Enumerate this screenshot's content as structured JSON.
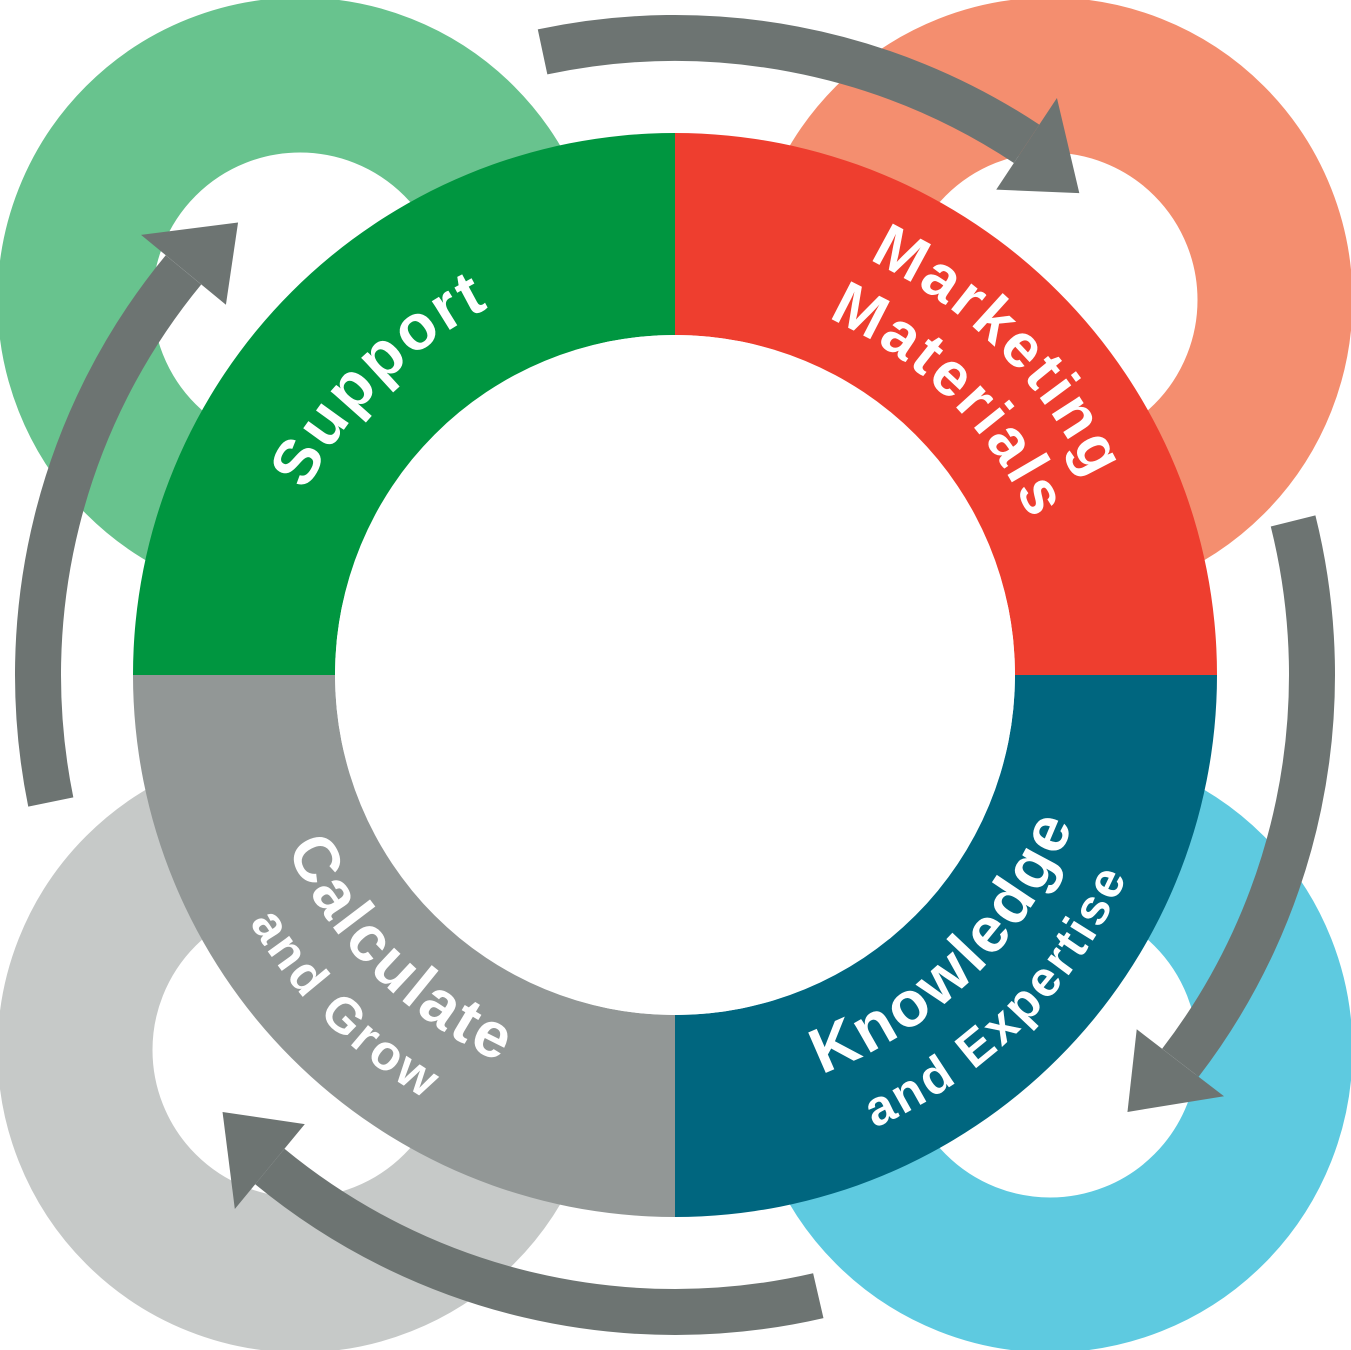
{
  "diagram": {
    "segments": [
      {
        "id": "support",
        "lines": [
          "Support"
        ],
        "color": "#009640",
        "bg_color": "#68C38E"
      },
      {
        "id": "marketing",
        "lines": [
          "Marketing",
          "Materials"
        ],
        "color": "#EE3E2F",
        "bg_color": "#F48E6F"
      },
      {
        "id": "knowledge",
        "lines": [
          "Knowledge",
          "and Expertise"
        ],
        "color": "#00667F",
        "bg_color": "#5ECAE0"
      },
      {
        "id": "calculate",
        "lines": [
          "Calculate",
          "and Grow"
        ],
        "color": "#929796",
        "bg_color": "#C6C9C8"
      }
    ],
    "arrow_color": "#6D7472"
  }
}
